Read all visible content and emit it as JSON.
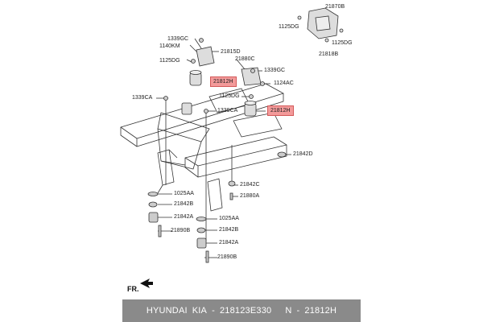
{
  "diagram": {
    "labels": {
      "l_1339gc_top": "1339GC",
      "l_1140km": "1140KM",
      "l_21815d": "21815D",
      "l_1125dg_left": "1125DG",
      "l_21880c": "21880C",
      "l_1339gc_mid": "1339GC",
      "l_1124ac": "1124AC",
      "l_1125dg_mid": "1125DG",
      "l_1339ca_left": "1339CA",
      "l_1339ca_mid": "1339CA",
      "l_21842d": "21842D",
      "l_21842c": "21842C",
      "l_21880a": "21880A",
      "l_1025aa_left": "1025AA",
      "l_21842b_left": "21842B",
      "l_21842a_left": "21842A",
      "l_21890b_left": "21890B",
      "l_1025aa_right": "1025AA",
      "l_21842b_right": "21842B",
      "l_21842a_right": "21842A",
      "l_21890b_right": "21890B",
      "l_21870b": "21870B",
      "l_1125dg_tr_left": "1125DG",
      "l_1125dg_tr_right": "1125DG",
      "l_21818b": "21818B"
    },
    "highlighted": {
      "h_21812h_left": "21812H",
      "h_21812h_right": "21812H"
    },
    "front_marker": "FR.",
    "highlight_color": "#f39a9a"
  },
  "footer": {
    "brand": "HYUNDAI",
    "brand2": "KIA",
    "sep1": "-",
    "part_number": "218123E330",
    "n": "N",
    "sep2": "-",
    "part_ref": "21812H"
  }
}
